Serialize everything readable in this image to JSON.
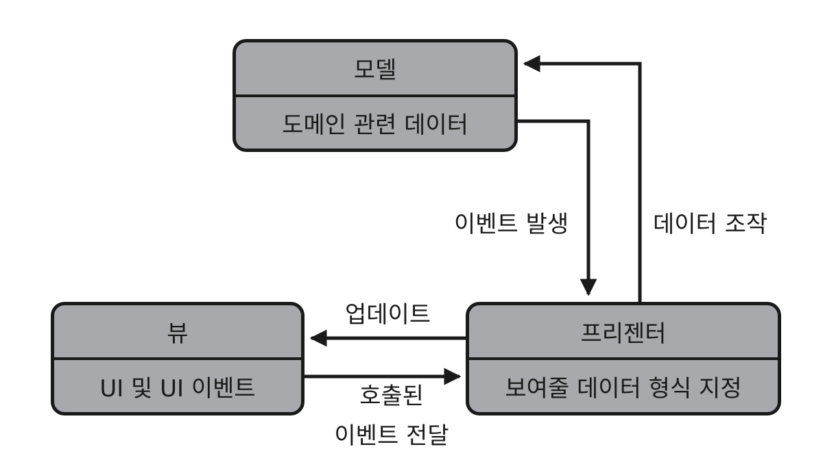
{
  "boxes": {
    "model": {
      "title": "모델",
      "desc": "도메인 관련 데이터"
    },
    "view": {
      "title": "뷰",
      "desc": "UI 및 UI 이벤트"
    },
    "presenter": {
      "title": "프리젠터",
      "desc": "보여줄 데이터 형식 지정"
    }
  },
  "labels": {
    "event_occurred": "이벤트 발생",
    "data_manipulation": "데이터 조작",
    "update": "업데이트",
    "forward_line1": "호출된",
    "forward_line2": "이벤트 전달"
  }
}
